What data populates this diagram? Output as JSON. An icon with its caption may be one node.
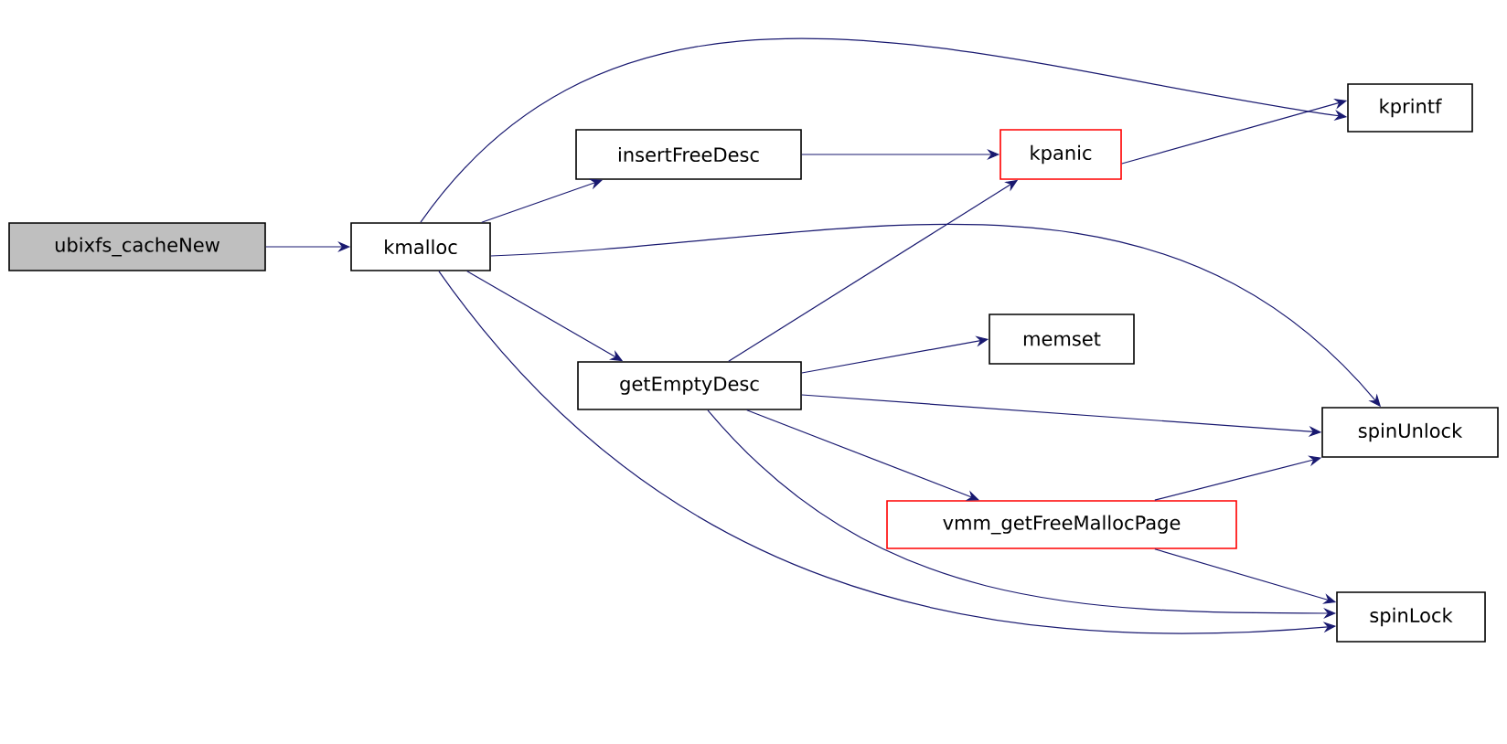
{
  "diagram": {
    "nodes": [
      {
        "text": [
          "ubixfs_cacheNew"
        ]
      },
      {
        "text": [
          "kmalloc"
        ]
      },
      {
        "text": [
          "insertFreeDesc"
        ]
      },
      {
        "text": [
          "kpanic"
        ]
      },
      {
        "text": [
          "kprintf"
        ]
      },
      {
        "text": [
          "memset"
        ]
      },
      {
        "text": [
          "getEmptyDesc"
        ]
      },
      {
        "text": [
          "spinUnlock"
        ]
      },
      {
        "text": [
          "vmm_getFreeMallocPage"
        ]
      },
      {
        "text": [
          "spinLock"
        ]
      }
    ],
    "edges": [
      {
        "from": 0,
        "to": 1,
        "arrow": "to"
      },
      {
        "from": 1,
        "to": 4,
        "arrow": "to"
      },
      {
        "from": 1,
        "to": 2,
        "arrow": "to"
      },
      {
        "from": 1,
        "to": 7,
        "arrow": "to"
      },
      {
        "from": 1,
        "to": 6,
        "arrow": "to"
      },
      {
        "from": 1,
        "to": 9,
        "arrow": "to"
      },
      {
        "from": 2,
        "to": 3,
        "arrow": "to"
      },
      {
        "from": 3,
        "to": 4,
        "arrow": "to"
      },
      {
        "from": 6,
        "to": 3,
        "arrow": "to"
      },
      {
        "from": 6,
        "to": 5,
        "arrow": "to"
      },
      {
        "from": 6,
        "to": 7,
        "arrow": "to"
      },
      {
        "from": 6,
        "to": 8,
        "arrow": "to"
      },
      {
        "from": 6,
        "to": 9,
        "arrow": "to"
      },
      {
        "from": 8,
        "to": 7,
        "arrow": "to"
      },
      {
        "from": 8,
        "to": 9,
        "arrow": "to"
      }
    ]
  }
}
